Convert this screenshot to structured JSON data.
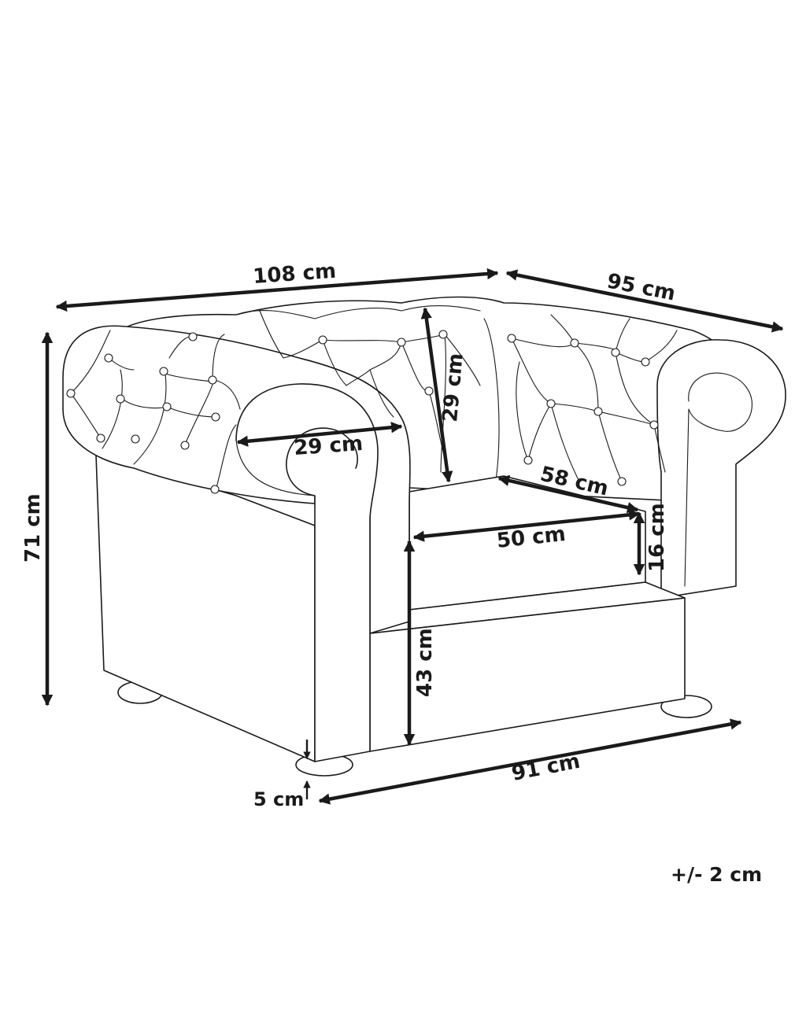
{
  "figure": {
    "subject": "armchair-diagram",
    "colors": {
      "line": "#1a1a1a",
      "background": "#ffffff"
    },
    "dimensions": {
      "overall_width": "108 cm",
      "overall_depth": "95 cm",
      "overall_height": "71 cm",
      "arm_width": "29 cm",
      "backrest_height": "29 cm",
      "seat_depth": "58 cm",
      "seat_width": "50 cm",
      "cushion_thickness": "16 cm",
      "seat_height": "43 cm",
      "base_width": "91 cm",
      "leg_height": "5 cm"
    },
    "tolerance": "+/- 2 cm"
  }
}
